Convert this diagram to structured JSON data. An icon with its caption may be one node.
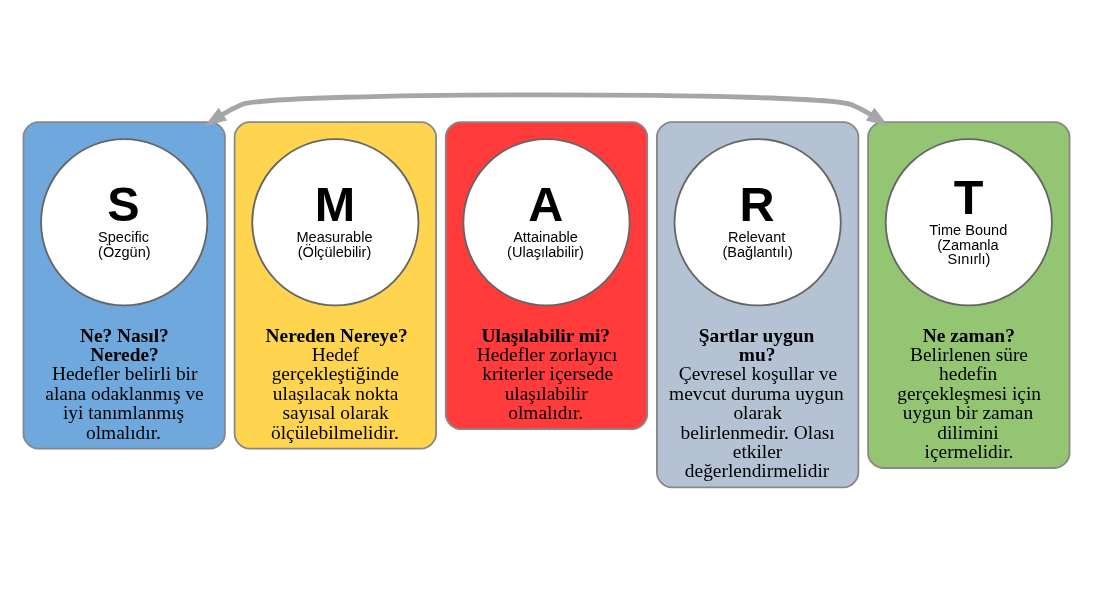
{
  "diagram": {
    "nodes": [
      {
        "text": [
          "Ne? Nasıl? Nerede?",
          "Hedefler belirli bir alana odaklanmış ve iyi tanımlanmış olmalıdır."
        ]
      },
      {
        "text": [
          "S",
          "Specific (Özgün)"
        ],
        "in": 0
      },
      {
        "text": [
          "Nereden Nereye?",
          "Hedef gerçekleştiğinde ulaşılacak nokta sayısal olarak ölçülebilmelidir."
        ]
      },
      {
        "text": [
          "M",
          "Measurable (Ölçülebilir)"
        ],
        "in": 2
      },
      {
        "text": [
          "Ulaşılabilir mi?",
          "Hedefler zorlayıcı kriterler içersede ulaşılabilir olmalıdır."
        ]
      },
      {
        "text": [
          "A",
          "Attainable (Ulaşılabilir)"
        ],
        "in": 4
      },
      {
        "text": [
          "Şartlar uygun mu?",
          "Çevresel koşullar ve mevcut duruma uygun olarak belirlenmedir. Olası etkiler değerlendirmelidir"
        ]
      },
      {
        "text": [
          "R",
          "Relevant (Bağlantılı)"
        ],
        "in": 6
      },
      {
        "text": [
          "Ne zaman?",
          "Belirlenen süre hedefin gerçekleşmesi için uygun bir zaman dilimini içermelidir."
        ]
      },
      {
        "text": [
          "T",
          "Time Bound (Zamanla Sınırlı)"
        ],
        "in": 8
      }
    ],
    "edges": [
      {
        "from": 0,
        "to": 8,
        "arrow": "both",
        "color": "#a6a6a6"
      }
    ]
  }
}
